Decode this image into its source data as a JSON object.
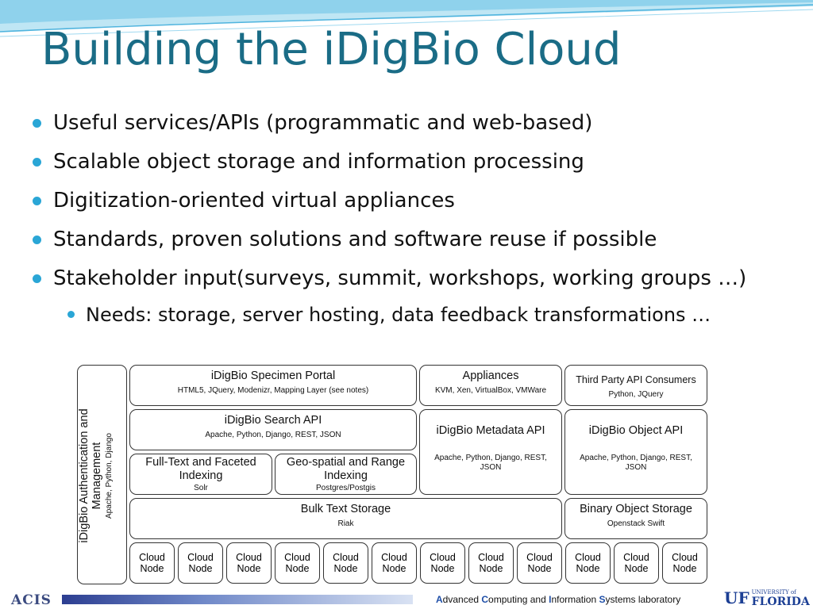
{
  "title": "Building the iDigBio Cloud",
  "bullets": [
    "Useful services/APIs (programmatic and web-based)",
    "Scalable object storage and information processing",
    "Digitization-oriented virtual appliances",
    "Standards, proven solutions and software reuse if possible",
    "Stakeholder input(surveys, summit, workshops, working groups …)"
  ],
  "sub_bullets": [
    "Needs: storage, server hosting,  data feedback transformations …"
  ],
  "diagram": {
    "auth": {
      "title_line1": "iDigBio Authentication and",
      "title_line2": "Management",
      "sub": "Apache, Python, Django"
    },
    "specimen_portal": {
      "title": "iDigBio Specimen Portal",
      "sub": "HTML5, JQuery, Modenizr, Mapping Layer (see notes)"
    },
    "appliances": {
      "title": "Appliances",
      "sub": "KVM, Xen, VirtualBox, VMWare"
    },
    "third_party": {
      "title": "Third Party API Consumers",
      "sub": "Python, JQuery"
    },
    "search_api": {
      "title": "iDigBio Search API",
      "sub": "Apache, Python, Django, REST, JSON"
    },
    "metadata_api": {
      "title": "iDigBio Metadata API",
      "sub": "Apache, Python, Django, REST, JSON"
    },
    "object_api": {
      "title": "iDigBio Object API",
      "sub": "Apache, Python, Django, REST, JSON"
    },
    "fulltext": {
      "title_line1": "Full-Text and Faceted",
      "title_line2": "Indexing",
      "sub": "Solr"
    },
    "geospatial": {
      "title_line1": "Geo-spatial and Range",
      "title_line2": "Indexing",
      "sub": "Postgres/Postgis"
    },
    "bulk_text": {
      "title": "Bulk Text Storage",
      "sub": "Riak"
    },
    "binary_object": {
      "title": "Binary Object Storage",
      "sub": "Openstack Swift"
    },
    "cloud_nodes": [
      "Cloud Node",
      "Cloud Node",
      "Cloud Node",
      "Cloud Node",
      "Cloud Node",
      "Cloud Node",
      "Cloud Node",
      "Cloud Node",
      "Cloud Node",
      "Cloud Node",
      "Cloud Node",
      "Cloud Node"
    ]
  },
  "footer": {
    "acis_logo": "ACIS",
    "credit_parts": [
      {
        "cap": "A",
        "rest": "dvanced "
      },
      {
        "cap": "C",
        "rest": "omputing and "
      },
      {
        "cap": "I",
        "rest": "nformation "
      },
      {
        "cap": "S",
        "rest": "ystems laboratory"
      }
    ],
    "uf_mark": "UF",
    "uf_line1": "UNIVERSITY of",
    "uf_line2": "FLORIDA"
  },
  "colors": {
    "title": "#1a6c86",
    "bullet": "#2aa6d6",
    "wave": "#6fc3e3"
  }
}
